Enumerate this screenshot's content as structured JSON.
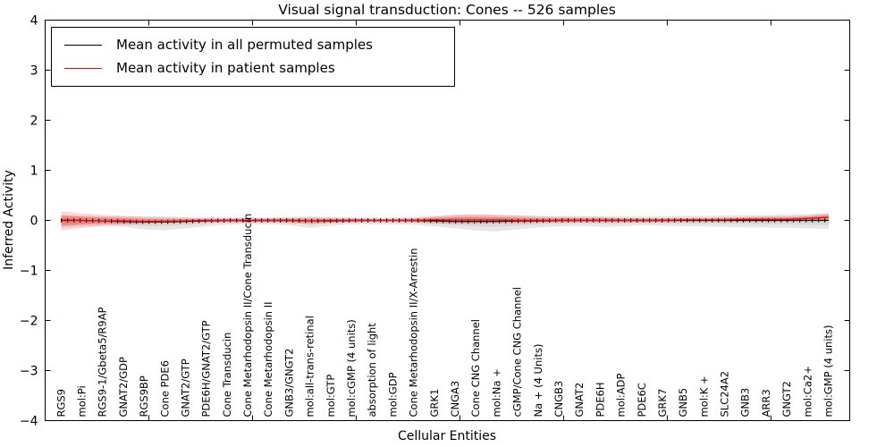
{
  "chart_data": {
    "type": "line",
    "title": "Visual signal transduction: Cones -- 526 samples",
    "xlabel": "Cellular Entities",
    "ylabel": "Inferred Activity",
    "xlim": [
      0,
      38.8
    ],
    "ylim": [
      -4,
      4
    ],
    "xticks": [
      5,
      10,
      15,
      20,
      25,
      30,
      35
    ],
    "ytick_values": [
      4,
      3,
      2,
      1,
      0,
      -1,
      -2,
      -3,
      -4
    ],
    "ytick_labels": [
      "4",
      "3",
      "2",
      "1",
      "0",
      "−1",
      "−2",
      "−3",
      "−4"
    ],
    "grid": false,
    "legend_position": "upper left",
    "categories": [
      "RGS9",
      "mol:Pi",
      "RGS9-1/Gbeta5/R9AP",
      "GNAT2/GDP",
      "RGS9BP",
      "Cone PDE6",
      "GNAT2/GTP",
      "PDE6H/GNAT2/GTP",
      "Cone Transducin",
      "Cone Metarhodopsin II/Cone Transducin",
      "Cone Metarhodopsin II",
      "GNB3/GNGT2",
      "mol:all-trans-retinal",
      "mol:GTP",
      "mol:cGMP (4 units)",
      "absorption of light",
      "mol:GDP",
      "Cone Metarhodopsin II/X-Arrestin",
      "GRK1",
      "CNGA3",
      "Cone CNG Channel",
      "mol:Na +",
      "cGMP/Cone CNG Channel",
      "Na + (4 Units)",
      "CNGB3",
      "GNAT2",
      "PDE6H",
      "mol:ADP",
      "PDE6C",
      "GRK7",
      "GNB5",
      "mol:K +",
      "SLC24A2",
      "GNB3",
      "ARR3",
      "GNGT2",
      "mol:Ca2+",
      "mol:GMP (4 units)"
    ],
    "series": [
      {
        "name": "Mean activity in all permuted samples",
        "color": "#000000",
        "band_color": "#aaaaaa",
        "values": [
          0,
          0,
          -0.01,
          -0.02,
          -0.03,
          -0.03,
          -0.02,
          -0.01,
          0,
          0,
          0,
          0,
          -0.01,
          -0.01,
          0,
          0,
          0,
          0,
          -0.01,
          -0.02,
          -0.02,
          -0.02,
          -0.01,
          -0.01,
          0,
          0,
          0,
          0,
          0,
          0,
          0,
          0,
          0,
          0,
          0,
          0,
          0,
          0
        ],
        "band_hi": [
          0.1,
          0.09,
          0.08,
          0.08,
          0.08,
          0.08,
          0.07,
          0.07,
          0.06,
          0.06,
          0.06,
          0.07,
          0.08,
          0.07,
          0.06,
          0.06,
          0.06,
          0.07,
          0.09,
          0.11,
          0.12,
          0.11,
          0.1,
          0.09,
          0.08,
          0.08,
          0.08,
          0.08,
          0.08,
          0.08,
          0.09,
          0.09,
          0.1,
          0.11,
          0.11,
          0.12,
          0.13,
          0.14
        ],
        "band_lo": [
          -0.14,
          -0.12,
          -0.11,
          -0.13,
          -0.18,
          -0.2,
          -0.16,
          -0.12,
          -0.09,
          -0.08,
          -0.08,
          -0.1,
          -0.15,
          -0.11,
          -0.08,
          -0.08,
          -0.08,
          -0.09,
          -0.12,
          -0.16,
          -0.2,
          -0.22,
          -0.18,
          -0.14,
          -0.12,
          -0.11,
          -0.13,
          -0.12,
          -0.1,
          -0.11,
          -0.12,
          -0.12,
          -0.13,
          -0.14,
          -0.14,
          -0.15,
          -0.16,
          -0.17
        ]
      },
      {
        "name": "Mean activity in patient samples",
        "color": "#ff0000",
        "band_color": "#ff0000",
        "values": [
          0.01,
          0,
          -0.01,
          -0.01,
          -0.02,
          -0.02,
          -0.01,
          0,
          0,
          0,
          0,
          0,
          -0.01,
          0,
          0,
          0,
          0,
          0,
          0.01,
          0.01,
          0.01,
          0.01,
          0,
          0,
          0,
          0,
          0,
          0,
          0,
          0,
          0.01,
          0.01,
          0.01,
          0.02,
          0.02,
          0.02,
          0.04,
          0.06
        ],
        "band_hi": [
          0.18,
          0.14,
          0.11,
          0.09,
          0.07,
          0.06,
          0.05,
          0.04,
          0.04,
          0.04,
          0.04,
          0.05,
          0.06,
          0.05,
          0.04,
          0.03,
          0.03,
          0.04,
          0.08,
          0.11,
          0.12,
          0.11,
          0.1,
          0.08,
          0.07,
          0.07,
          0.07,
          0.05,
          0.05,
          0.05,
          0.05,
          0.05,
          0.06,
          0.07,
          0.08,
          0.08,
          0.1,
          0.14
        ],
        "band_lo": [
          -0.2,
          -0.15,
          -0.11,
          -0.09,
          -0.07,
          -0.06,
          -0.05,
          -0.04,
          -0.04,
          -0.04,
          -0.04,
          -0.05,
          -0.07,
          -0.05,
          -0.04,
          -0.03,
          -0.03,
          -0.04,
          -0.06,
          -0.07,
          -0.07,
          -0.06,
          -0.06,
          -0.05,
          -0.05,
          -0.04,
          -0.04,
          -0.04,
          -0.04,
          -0.04,
          -0.03,
          -0.03,
          -0.03,
          -0.03,
          -0.03,
          -0.02,
          -0.01,
          -0.01
        ]
      }
    ]
  }
}
